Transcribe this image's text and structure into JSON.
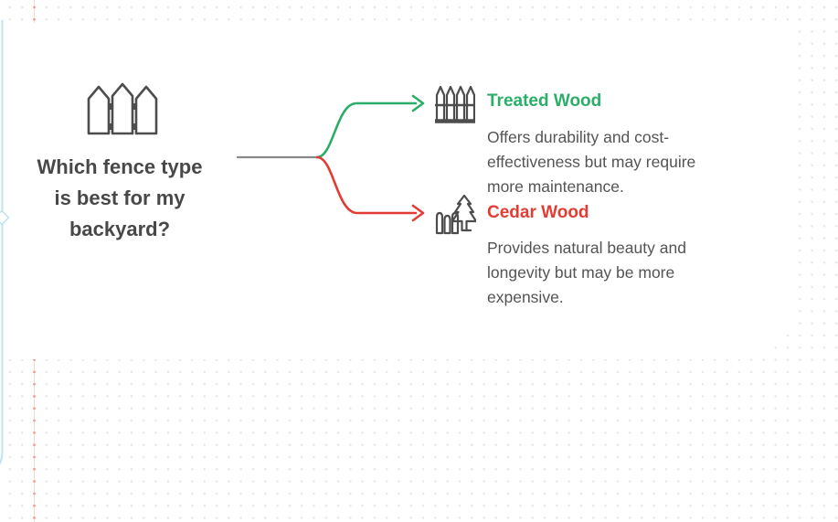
{
  "diagram": {
    "root": {
      "icon": "fence-icon",
      "title_lines": [
        "Which fence type",
        "is best for my",
        "backyard?"
      ]
    },
    "branches": [
      {
        "label": "Treated Wood",
        "icon": "picket-fence-icon",
        "color": "#2aae68",
        "description_lines": [
          "Offers durability and cost-",
          "effectiveness but may require",
          "more maintenance."
        ]
      },
      {
        "label": "Cedar Wood",
        "icon": "cedar-tree-fence-icon",
        "color": "#e23c34",
        "description_lines": [
          "Provides natural beauty and",
          "longevity but may be more",
          "expensive."
        ]
      }
    ]
  },
  "palette": {
    "branch_green": "#2aae68",
    "branch_red": "#e23c34",
    "icon_gray": "#4d4d4d",
    "title_gray": "#484848",
    "body_gray": "#545454",
    "connector_gray": "#8a8a8a",
    "dot_gray": "#e7e7e7",
    "guide_pink": "#f0a296",
    "edge_blue": "#bfe3f2"
  }
}
